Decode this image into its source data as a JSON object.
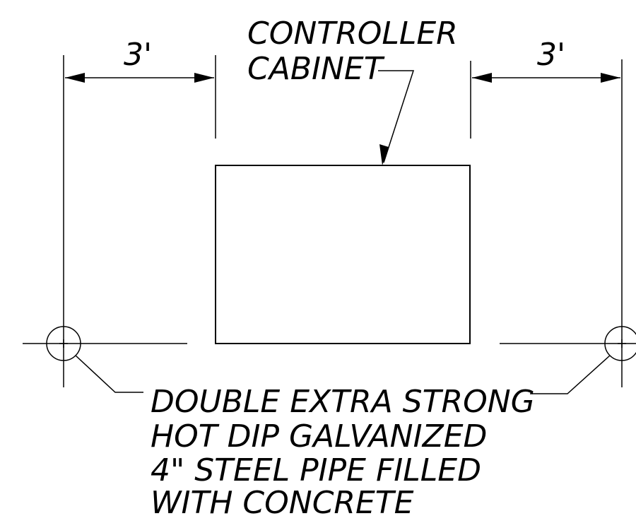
{
  "dimensions": {
    "left": "3'",
    "right": "3'"
  },
  "cabinet_label": {
    "line1": "CONTROLLER",
    "line2": "CABINET"
  },
  "pipe_note": {
    "lines": [
      "DOUBLE EXTRA STRONG",
      "HOT DIP GALVANIZED",
      "4\" STEEL PIPE FILLED",
      "WITH CONCRETE"
    ]
  }
}
